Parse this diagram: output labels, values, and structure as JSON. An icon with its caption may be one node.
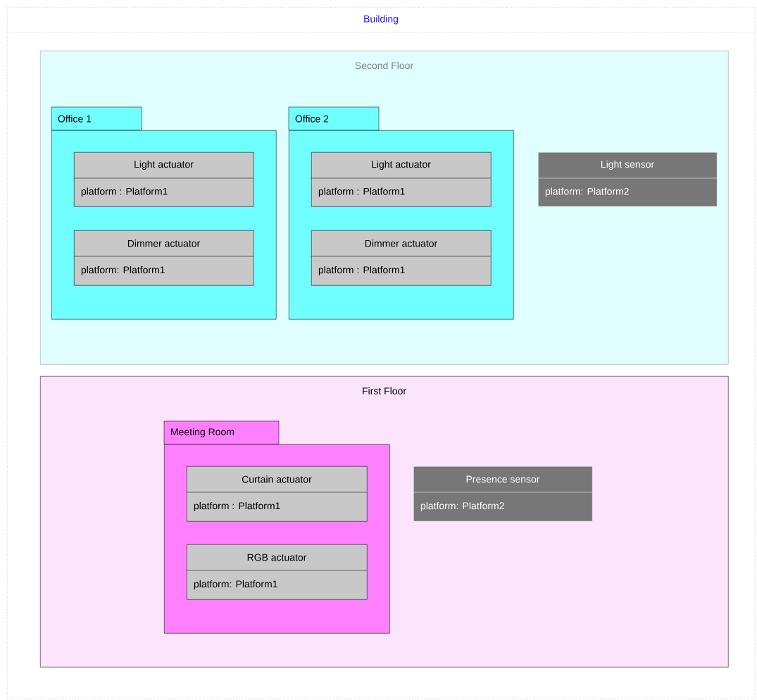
{
  "diagram": {
    "nodes": [
      {
        "text": [
          "Building"
        ]
      },
      {
        "text": [
          "Second Floor"
        ],
        "in": 0
      },
      {
        "text": [
          "Office 1"
        ],
        "in": 1
      },
      {
        "text": [
          "Light actuator",
          "platform : Platform1"
        ],
        "in": 2
      },
      {
        "text": [
          "Dimmer actuator",
          "platform:  Platform1"
        ],
        "in": 2
      },
      {
        "text": [
          "Office 2"
        ],
        "in": 1
      },
      {
        "text": [
          "Light actuator",
          "platform : Platform1"
        ],
        "in": 5
      },
      {
        "text": [
          "Dimmer actuator",
          "platform : Platform1"
        ],
        "in": 5
      },
      {
        "text": [
          "Light sensor",
          "platform: Platform2"
        ],
        "in": 1
      },
      {
        "text": [
          "First Floor"
        ],
        "in": 0
      },
      {
        "text": [
          "Meeting Room"
        ],
        "in": 9
      },
      {
        "text": [
          "Curtain actuator",
          "platform : Platform1"
        ],
        "in": 10
      },
      {
        "text": [
          "RGB actuator",
          "platform:  Platform1"
        ],
        "in": 10
      },
      {
        "text": [
          "Presence sensor",
          "platform: Platform2"
        ],
        "in": 9
      }
    ]
  }
}
